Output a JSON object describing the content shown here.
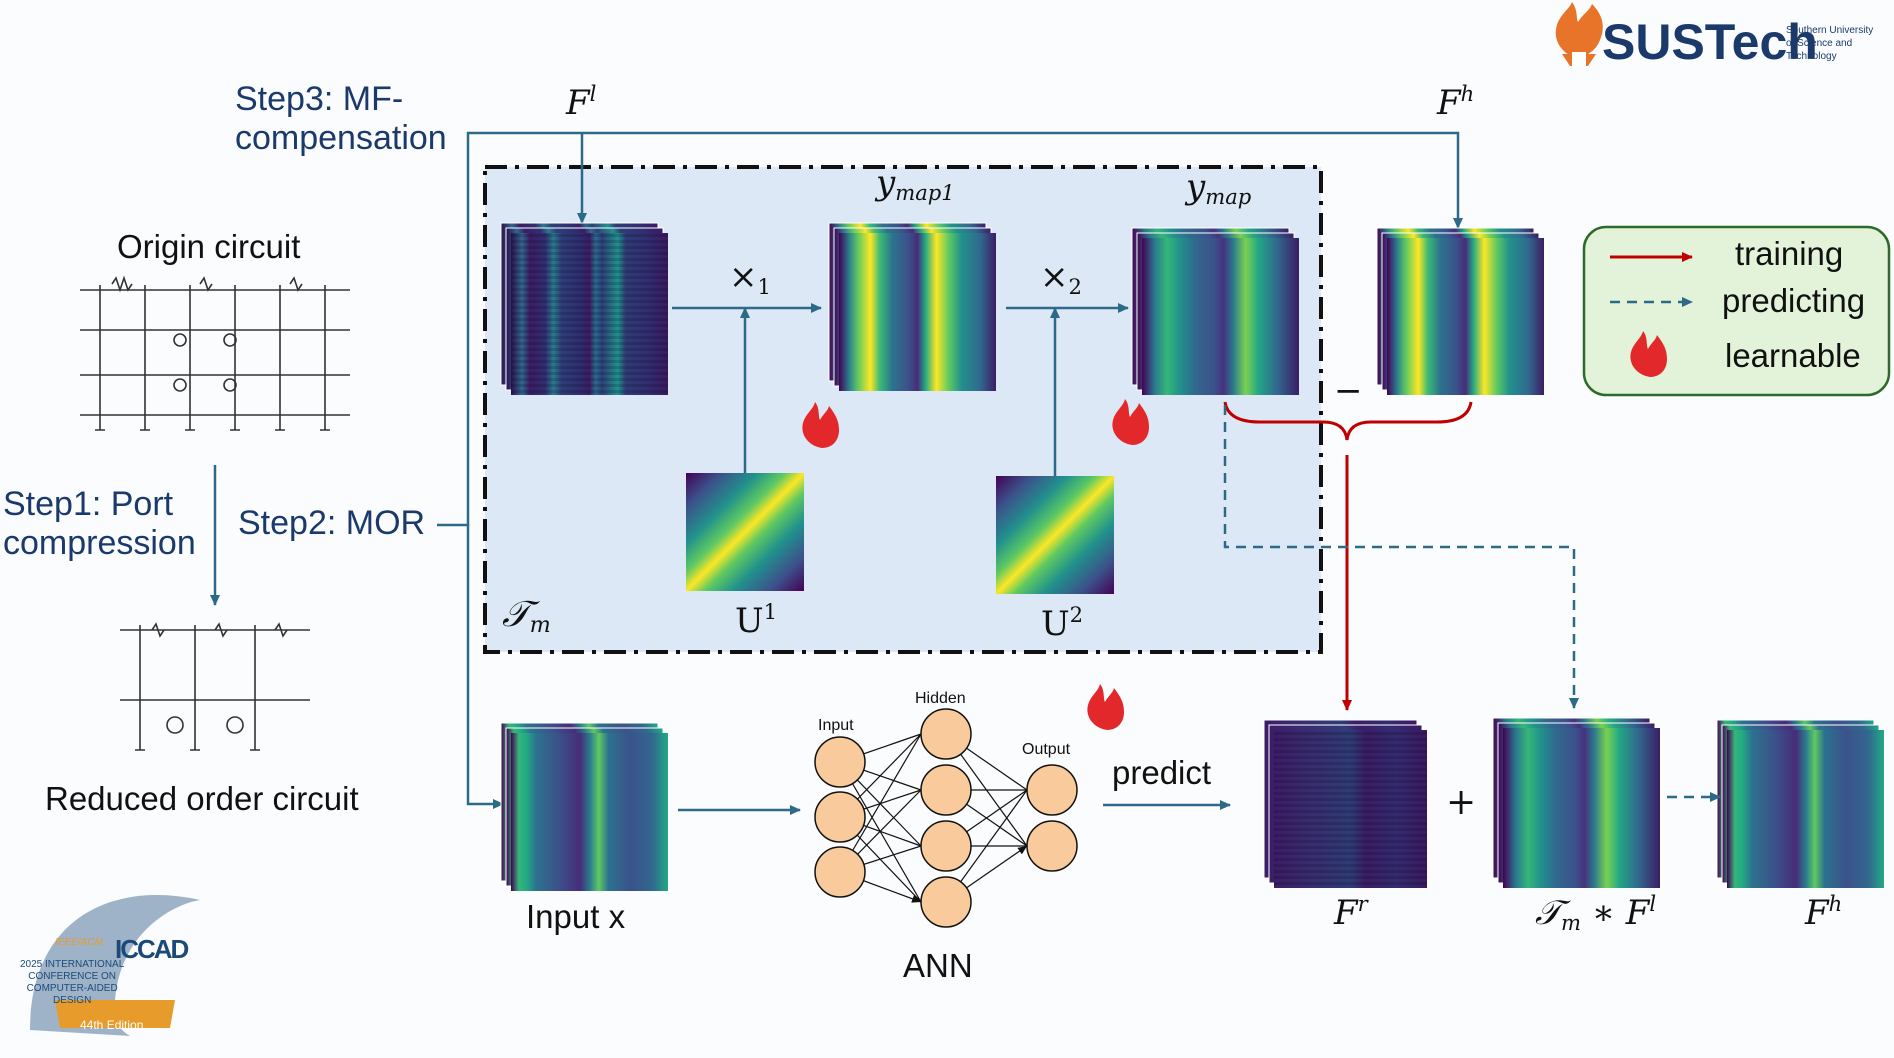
{
  "logo": {
    "sustech": "SUSTech",
    "sustech_line1": "Southern University",
    "sustech_line2": "of Science and",
    "sustech_line3": "Technology"
  },
  "conference": {
    "org": "IEEE/ACM",
    "line1": "2025 INTERNATIONAL",
    "line2": "CONFERENCE ON",
    "line3": "COMPUTER-AIDED",
    "line4": "DESIGN",
    "acronym": "ICCAD",
    "edition": "44th Edition"
  },
  "steps": {
    "step1_line1": "Step1: Port",
    "step1_line2": "compression",
    "step2": "Step2: MOR",
    "step3_line1": "Step3: MF-",
    "step3_line2": "compensation"
  },
  "circuits": {
    "origin": "Origin circuit",
    "reduced": "Reduced order circuit"
  },
  "math": {
    "F": "F",
    "l": "l",
    "h": "h",
    "r": "r",
    "y": "y",
    "map1": "map1",
    "map": "map",
    "times": "×",
    "one": "1",
    "two": "2",
    "U": "U",
    "T": "𝒯",
    "m": "m",
    "minus": "−",
    "plus": "+",
    "star": " ∗ "
  },
  "labels": {
    "input_x": "Input x",
    "ann": "ANN",
    "predict": "predict",
    "ann_hidden": "Hidden",
    "ann_input": "Input",
    "ann_output": "Output"
  },
  "legend": {
    "training": "training",
    "predicting": "predicting",
    "learnable": "learnable"
  },
  "colors": {
    "step_text": "#1b3a6b",
    "arrow_blue": "#2d6a87",
    "training_red": "#c00000",
    "mor_box_fill": "#dce8f5",
    "legend_fill": "#e3f3da",
    "legend_border": "#2e6b2a",
    "flame": "#e3282b",
    "neuron": "#f9cb9c"
  }
}
